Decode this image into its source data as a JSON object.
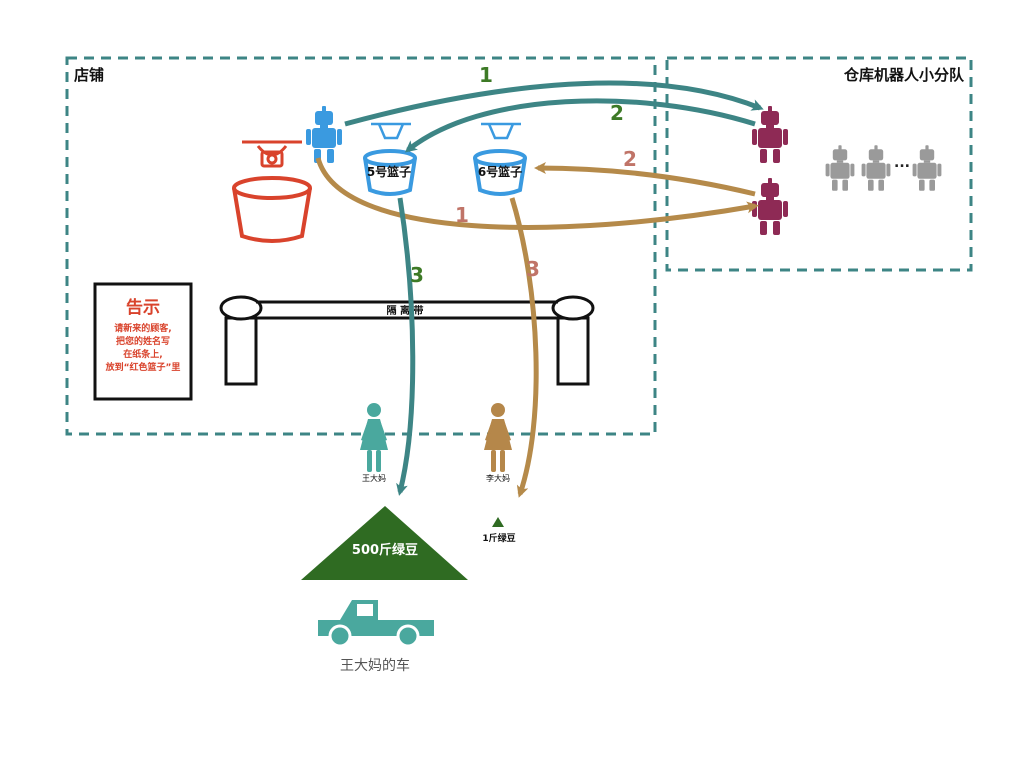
{
  "store": {
    "title": "店铺"
  },
  "warehouse": {
    "title": "仓库机器人小分队",
    "ellipsis": "..."
  },
  "baskets": {
    "basket5": "5号篮子",
    "basket6": "6号篮子"
  },
  "barrier": {
    "label": "隔 离 带"
  },
  "notice": {
    "title": "告示",
    "lines": [
      "请新来的顾客,",
      "把您的姓名写",
      "在纸条上,",
      "放到“红色篮子”里"
    ]
  },
  "people": {
    "wang": "王大妈",
    "li": "李大妈"
  },
  "goods": {
    "big_pile": "500斤绿豆",
    "small_pile": "1斤绿豆"
  },
  "car": {
    "caption": "王大妈的车"
  },
  "steps": {
    "s1a": "1",
    "s1b": "1",
    "s2a": "2",
    "s2b": "2",
    "s3a": "3",
    "s3b": "3"
  },
  "colors": {
    "teal": "#3d8585",
    "brown": "#b58a4a",
    "green_pile": "#2f6b22",
    "red": "#d9432c",
    "blue_robot": "#3a9ae0",
    "magenta_robot": "#8e2a55",
    "gray_robot": "#9a9a9a",
    "person_teal": "#4aa89e",
    "person_brown": "#b5874a",
    "green_label": "#3d7a26",
    "salmon_label": "#c07468"
  }
}
